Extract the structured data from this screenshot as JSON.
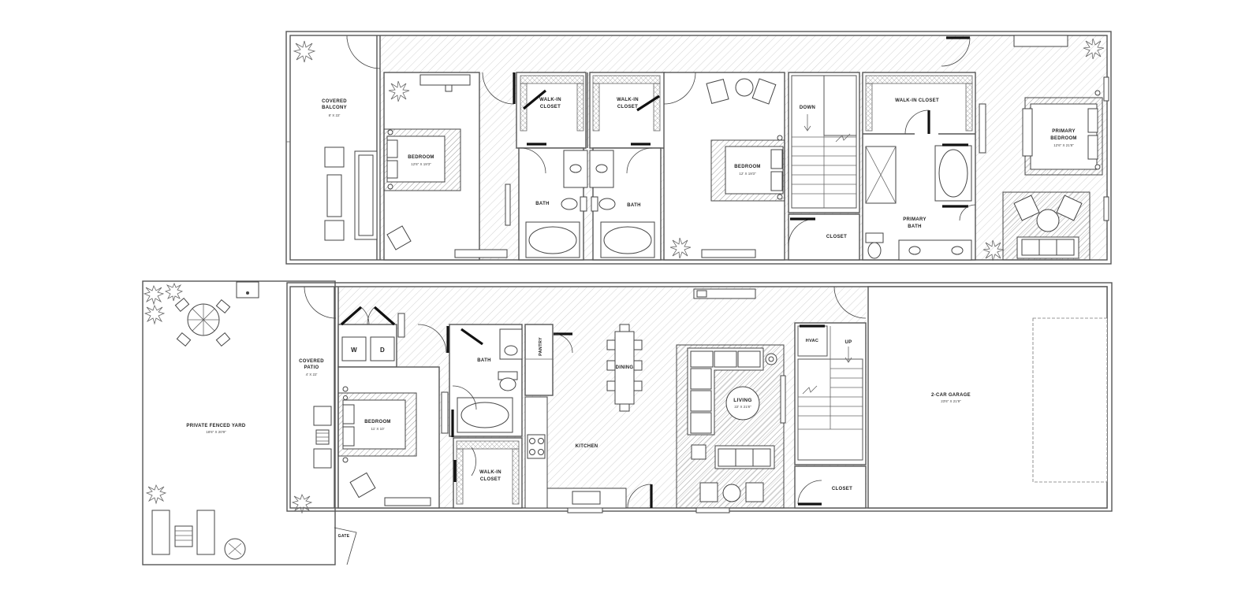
{
  "upper_floor": {
    "balcony": {
      "name": "COVERED\nBALCONY",
      "dims": "8' X 22'"
    },
    "bedroom_2": {
      "name": "BEDROOM",
      "dims": "12'6\" X 19'3\""
    },
    "walkin_closet_a": {
      "name": "WALK-IN\nCLOSET"
    },
    "walkin_closet_b": {
      "name": "WALK-IN\nCLOSET"
    },
    "bath_a": {
      "name": "BATH"
    },
    "bath_b": {
      "name": "BATH"
    },
    "bedroom_3": {
      "name": "BEDROOM",
      "dims": "12' X 19'3\""
    },
    "stairs_down": {
      "name": "DOWN"
    },
    "closet": {
      "name": "CLOSET"
    },
    "walkin_closet_primary": {
      "name": "WALK-IN CLOSET"
    },
    "primary_bath": {
      "name": "PRIMARY\nBATH"
    },
    "primary_bedroom": {
      "name": "PRIMARY\nBEDROOM",
      "dims": "12'6\" X 21'8\""
    }
  },
  "lower_floor": {
    "yard": {
      "name": "PRIVATE FENCED YARD",
      "dims": "18'6\" X 20'9\""
    },
    "gate": {
      "name": "GATE"
    },
    "patio": {
      "name": "COVERED\nPATIO",
      "dims": "4' X 22'"
    },
    "washer": {
      "name": "W"
    },
    "dryer": {
      "name": "D"
    },
    "bedroom": {
      "name": "BEDROOM",
      "dims": "11' X 10'"
    },
    "bath": {
      "name": "BATH"
    },
    "pantry": {
      "name": "PANTRY"
    },
    "walkin_closet": {
      "name": "WALK-IN\nCLOSET"
    },
    "kitchen": {
      "name": "KITCHEN"
    },
    "dining": {
      "name": "DINING"
    },
    "living": {
      "name": "LIVING",
      "dims": "22' X 21'8\""
    },
    "hvac": {
      "name": "HVAC"
    },
    "stairs_up": {
      "name": "UP"
    },
    "closet": {
      "name": "CLOSET"
    },
    "garage": {
      "name": "2-CAR GARAGE",
      "dims": "23'6\" X 21'9\""
    }
  }
}
